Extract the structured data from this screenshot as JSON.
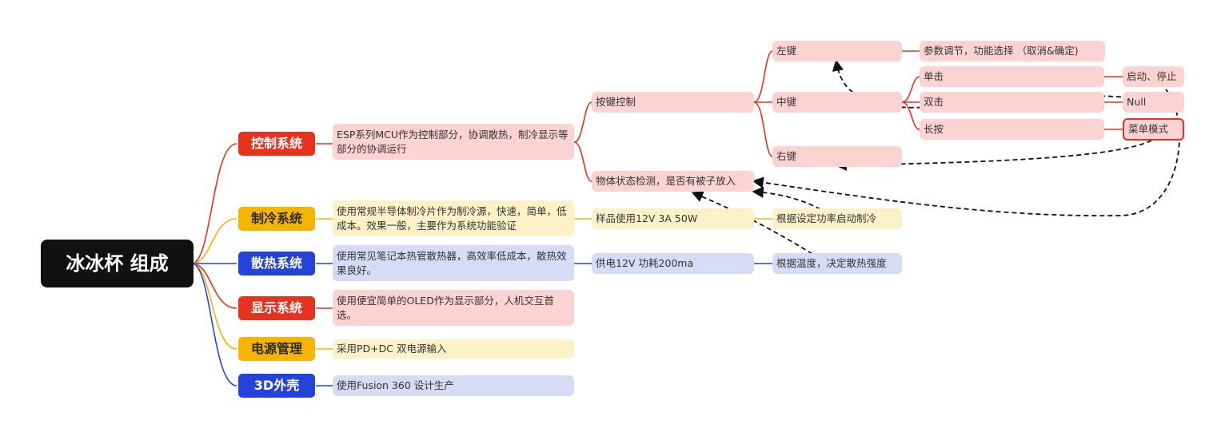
{
  "root": {
    "title": "冰冰杯 组成"
  },
  "systems": [
    {
      "label": "控制系统",
      "color": "#e6321f",
      "desc": "ESP系列MCU作为控制部分，协调散热，制冷显示等部分的协调运行"
    },
    {
      "label": "制冷系统",
      "color": "#f5b400",
      "desc": "使用常规半导体制冷片作为制冷源，快速，简单，低成本。效果一般，主要作为系统功能验证"
    },
    {
      "label": "散热系统",
      "color": "#2343d9",
      "desc": "使用常见笔记本热管散热器，高效率低成本，散热效果良好。"
    },
    {
      "label": "显示系统",
      "color": "#e6321f",
      "desc": "使用便宜简单的OLED作为显示部分，人机交互首选。"
    },
    {
      "label": "电源管理",
      "color": "#f5b400",
      "desc": "采用PD+DC 双电源输入"
    },
    {
      "label": "3D外壳",
      "color": "#2343d9",
      "desc": "使用Fusion 360 设计生产"
    }
  ],
  "control": {
    "button_control": "按键控制",
    "object_detect": "物体状态检测，是否有被子放入",
    "left_key": "左键",
    "left_key_desc": "参数调节，功能选择 （取消&确定)",
    "middle_key": "中键",
    "right_key": "右键",
    "single_click": "单击",
    "double_click": "双击",
    "long_press": "长按",
    "single_action": "启动、停止",
    "double_action": "Null",
    "long_action": "菜单模式"
  },
  "cooling": {
    "sample": "样品使用12V 3A 50W",
    "sample_desc": "根据设定功率启动制冷"
  },
  "heat": {
    "power": "供电12V 功耗200ma",
    "power_desc": "根据温度，决定散热强度"
  },
  "colors": {
    "red": "#e6321f",
    "yellow": "#f5b400",
    "blue": "#2343d9",
    "pink_fill": "#fbd3d0",
    "cream_fill": "#fdf1c7",
    "lavender_fill": "#d6dbf6"
  }
}
